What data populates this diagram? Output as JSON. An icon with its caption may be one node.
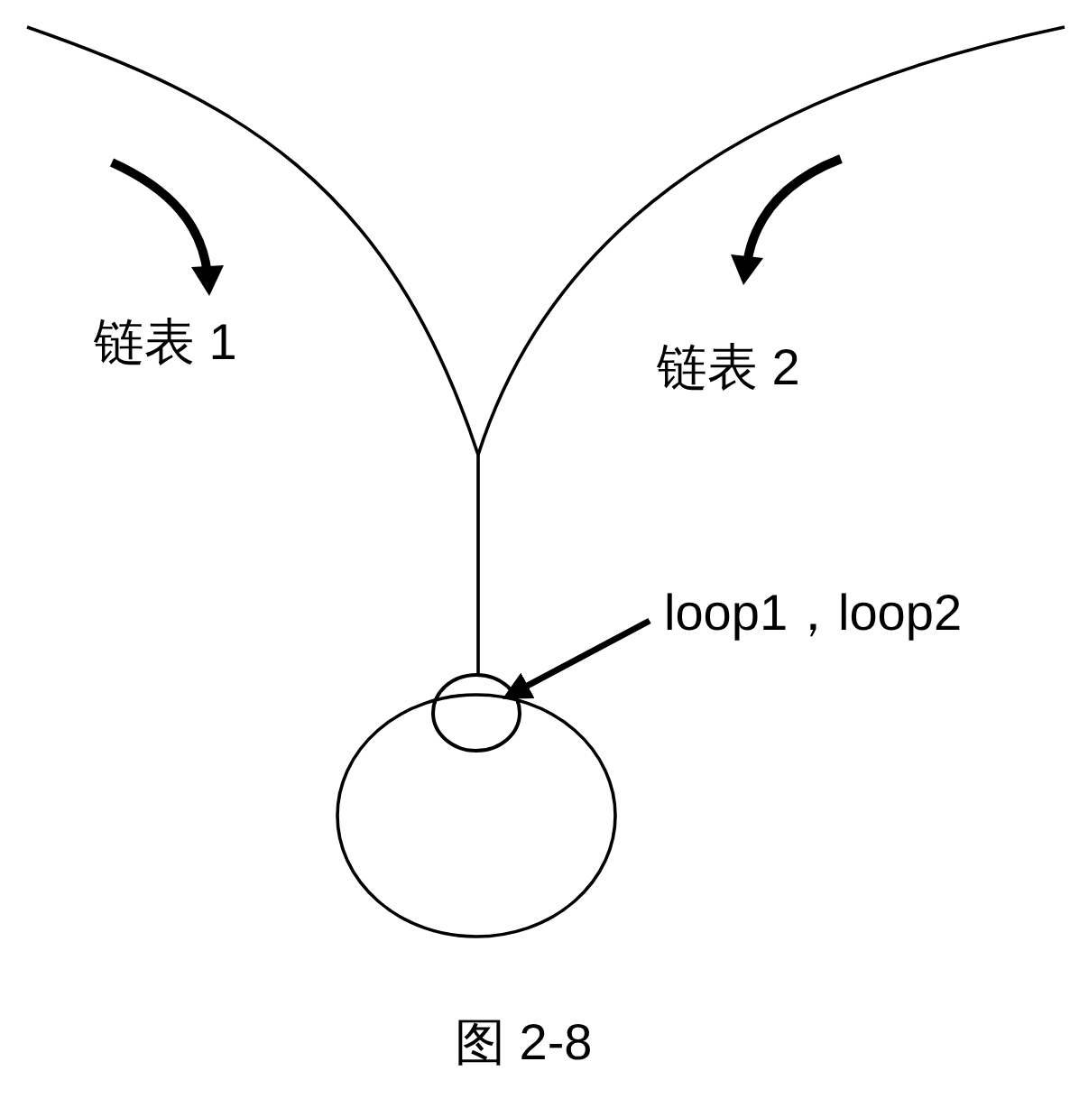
{
  "diagram": {
    "caption": "图 2-8",
    "nodes": [
      {
        "text": [
          "loop1，loop2"
        ]
      },
      {
        "text": [],
        "shape": "circle"
      }
    ],
    "edges": [
      {
        "from": 0,
        "to": 1,
        "arrow": "to"
      }
    ],
    "labels": [
      "链表 1",
      "链表 2"
    ]
  }
}
